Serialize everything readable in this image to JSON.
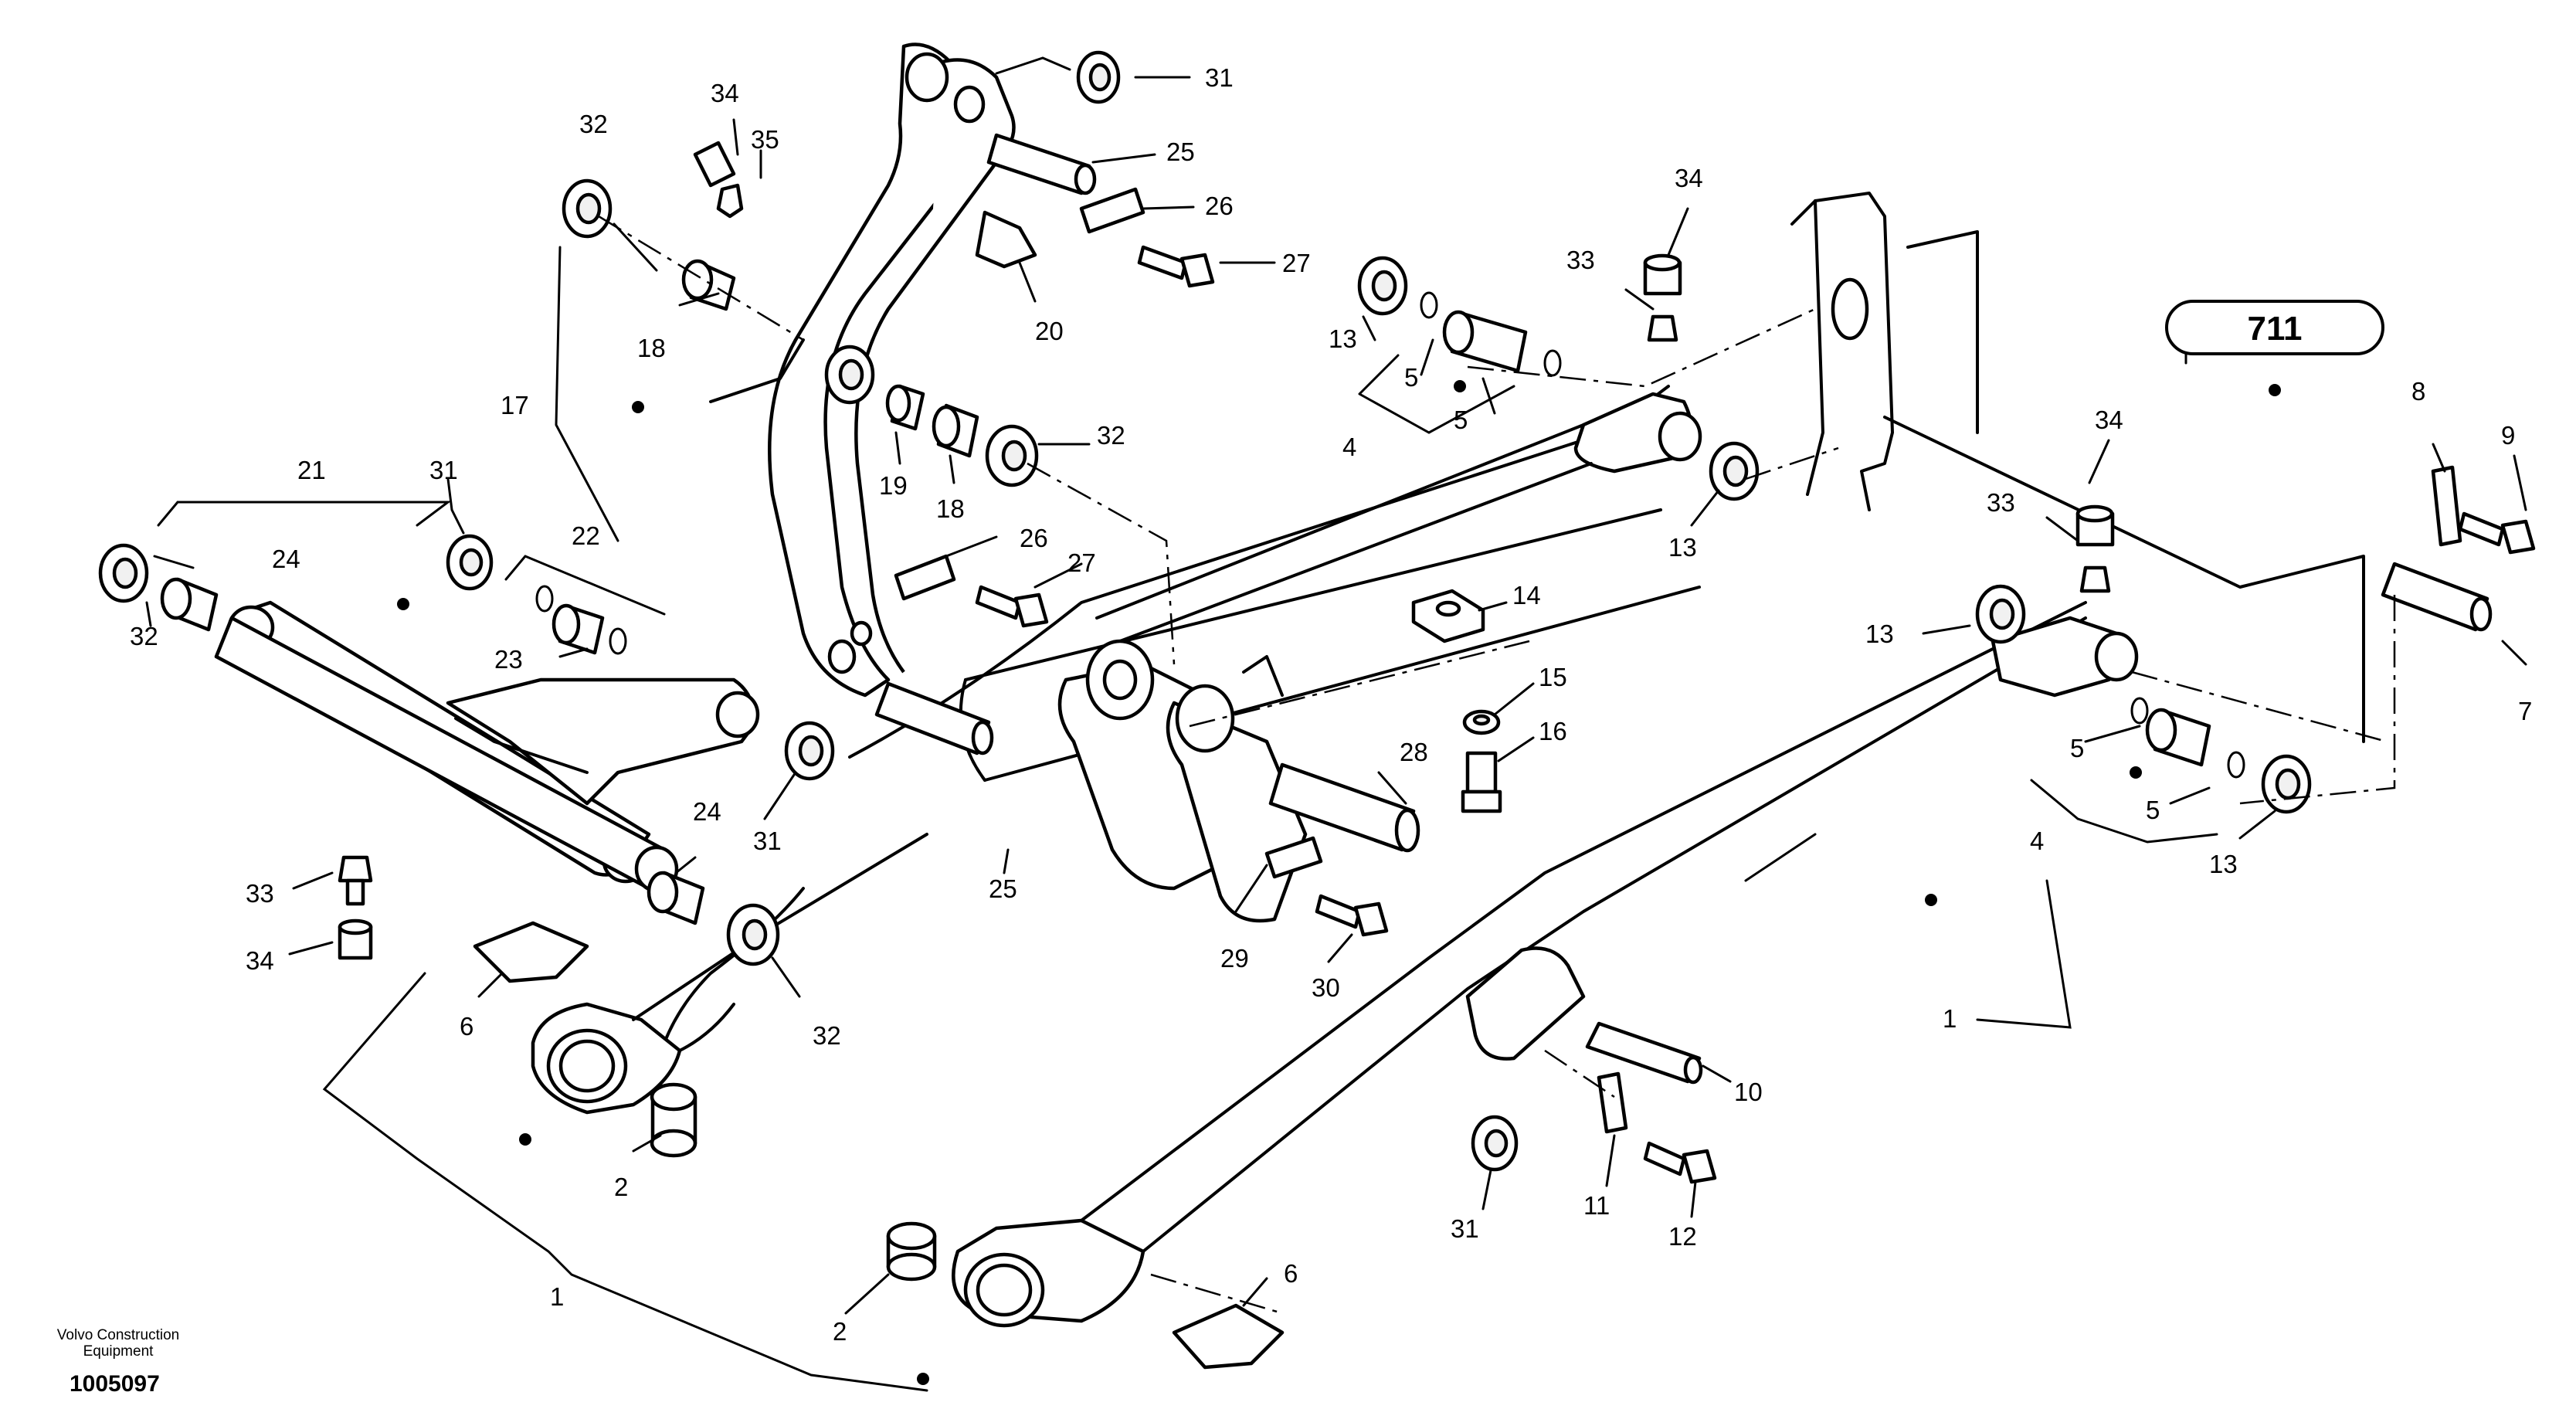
{
  "badge": {
    "text": "711"
  },
  "footer": {
    "brand_line1": "Volvo Construction",
    "brand_line2": "Equipment",
    "doc_number": "1005097"
  },
  "callouts": {
    "c31a": "31",
    "c25a": "25",
    "c26a": "26",
    "c27a": "27",
    "c20": "20",
    "c34a": "34",
    "c35": "35",
    "c32a": "32",
    "c18a": "18",
    "c17": "17",
    "c19": "19",
    "c18b": "18",
    "c32b": "32",
    "c26b": "26",
    "c27b": "27",
    "c21": "21",
    "c31b": "31",
    "c22": "22",
    "c24a": "24",
    "c32c": "32",
    "c23": "23",
    "c31c": "31",
    "c24b": "24",
    "c33a": "33",
    "c34b": "34",
    "c6a": "6",
    "c32d": "32",
    "c2a": "2",
    "c1a": "1",
    "c25b": "25",
    "c28": "28",
    "c29": "29",
    "c30": "30",
    "c14": "14",
    "c15": "15",
    "c16": "16",
    "c34c": "34",
    "c33b": "33",
    "c13a": "13",
    "c5a": "5",
    "c5b": "5",
    "c4a": "4",
    "c13b": "13",
    "c34d": "34",
    "c33c": "33",
    "c13c": "13",
    "c5c": "5",
    "c5d": "5",
    "c4b": "4",
    "c13d": "13",
    "c8": "8",
    "c9": "9",
    "c7": "7",
    "c1b": "1",
    "c10": "10",
    "c31d": "31",
    "c11": "11",
    "c12": "12",
    "c2b": "2",
    "c6b": "6"
  }
}
